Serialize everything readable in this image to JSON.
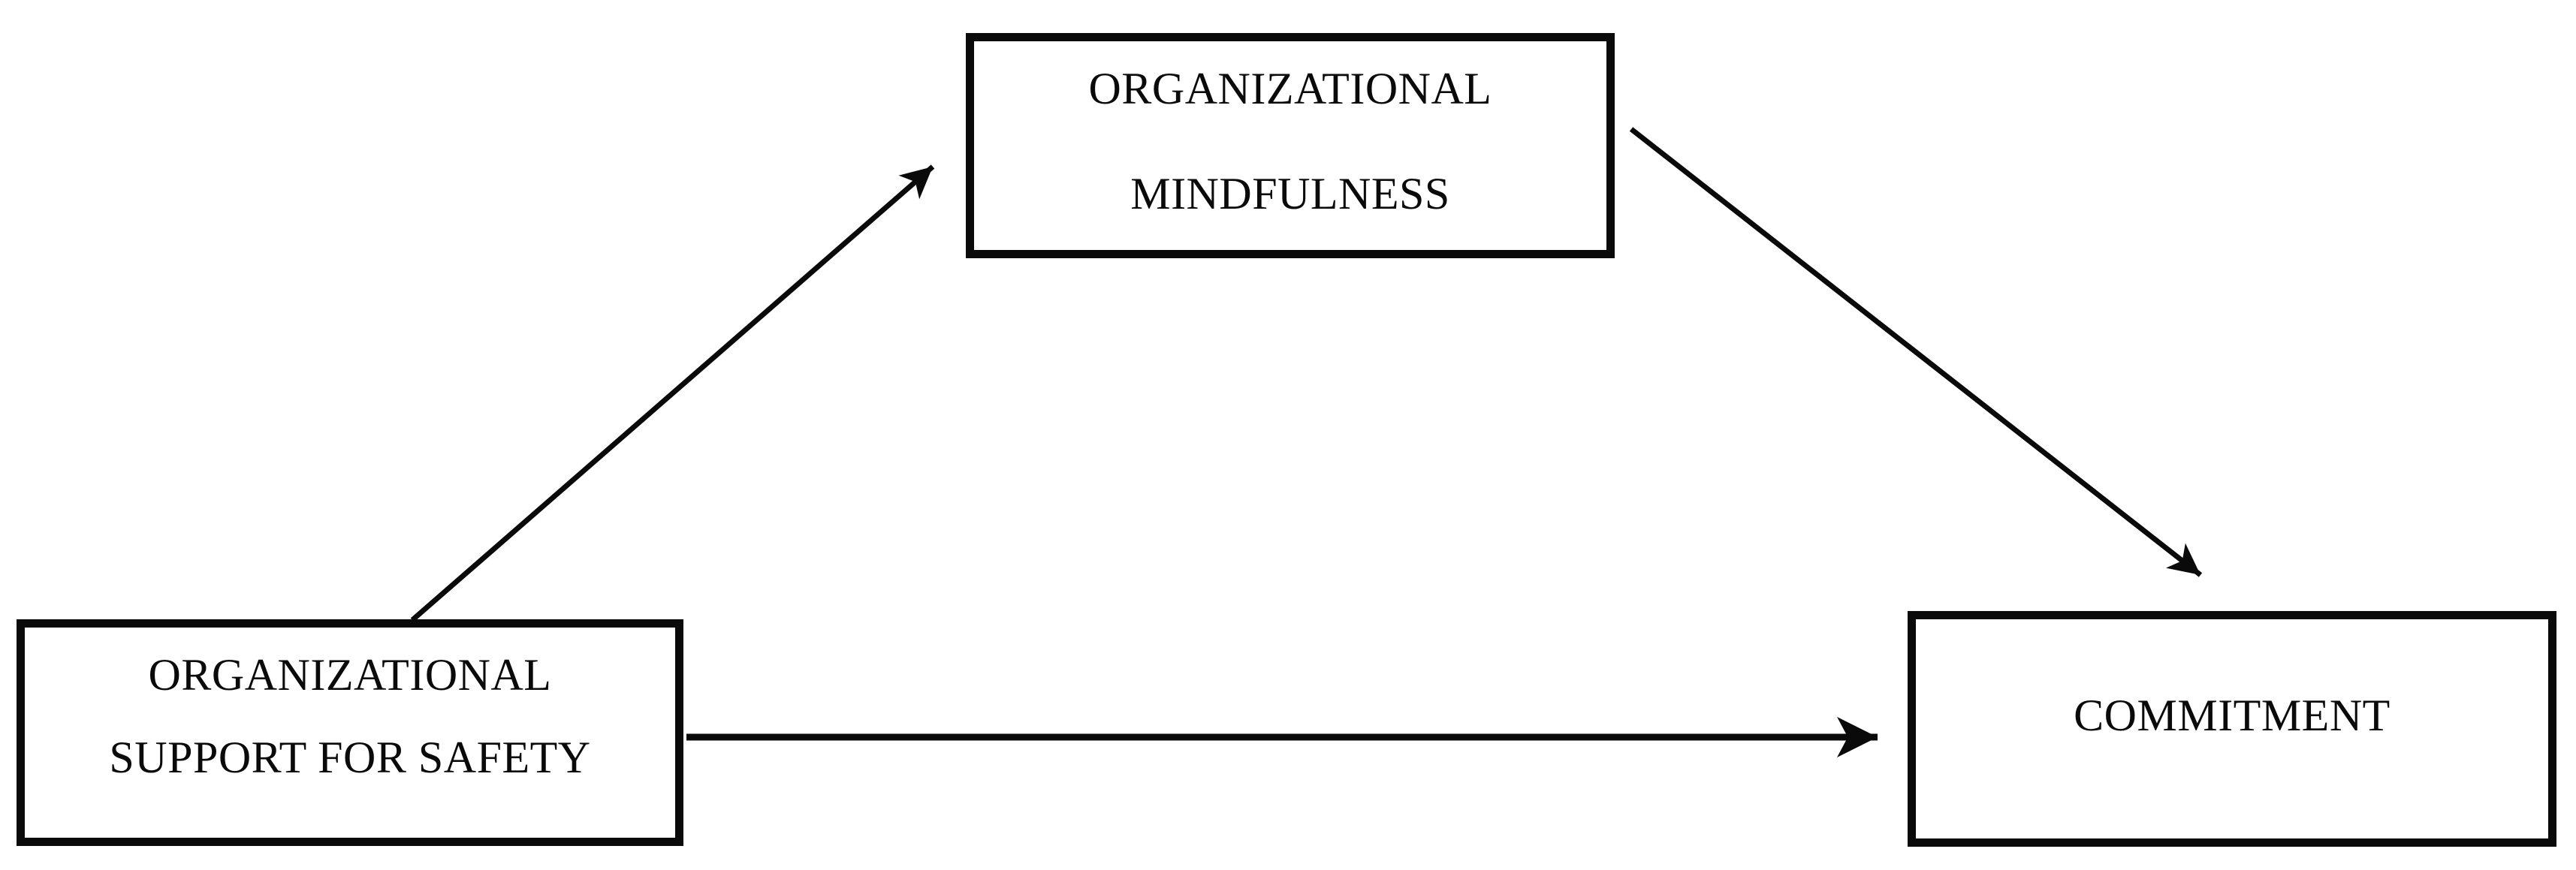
{
  "colors": {
    "ink": "#0a0a0a",
    "paper": "#ffffff"
  },
  "diagram": {
    "type": "mediation-model-diagram",
    "nodes": {
      "mindfulness": {
        "id": "organizational-mindfulness",
        "line1": "ORGANIZATIONAL",
        "line2": "MINDFULNESS"
      },
      "support": {
        "id": "organizational-support-for-safety",
        "line1": "ORGANIZATIONAL",
        "line2": "SUPPORT FOR SAFETY"
      },
      "commitment": {
        "id": "commitment",
        "line1": "COMMITMENT"
      }
    },
    "edges": [
      {
        "from": "organizational-support-for-safety",
        "to": "organizational-mindfulness",
        "arrowhead": "end"
      },
      {
        "from": "organizational-mindfulness",
        "to": "commitment",
        "arrowhead": "end"
      },
      {
        "from": "organizational-support-for-safety",
        "to": "commitment",
        "arrowhead": "end"
      }
    ]
  }
}
